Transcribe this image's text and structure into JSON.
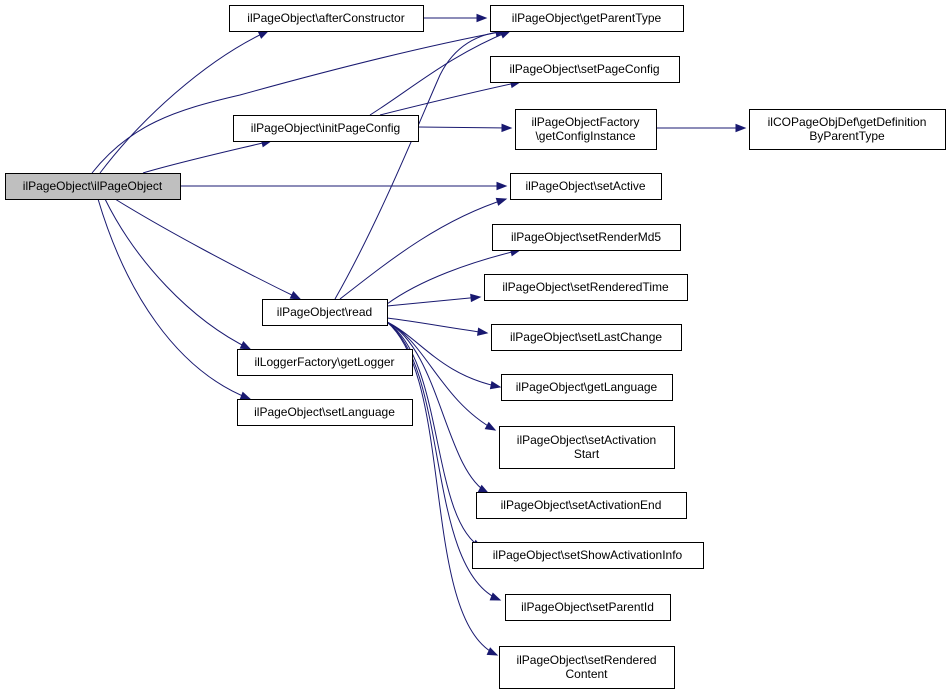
{
  "diagram": {
    "colors": {
      "edge": "#191970",
      "root_fill": "#bfbfbf",
      "node_fill": "#ffffff",
      "border": "#000000"
    },
    "nodes": [
      {
        "id": "root",
        "lines": [
          "ilPageObject\\ilPageObject"
        ]
      },
      {
        "id": "afterConstructor",
        "lines": [
          "ilPageObject\\afterConstructor"
        ]
      },
      {
        "id": "initPageConfig",
        "lines": [
          "ilPageObject\\initPageConfig"
        ]
      },
      {
        "id": "read",
        "lines": [
          "ilPageObject\\read"
        ]
      },
      {
        "id": "getLogger",
        "lines": [
          "ilLoggerFactory\\getLogger"
        ]
      },
      {
        "id": "setLanguage",
        "lines": [
          "ilPageObject\\setLanguage"
        ]
      },
      {
        "id": "getParentType",
        "lines": [
          "ilPageObject\\getParentType"
        ]
      },
      {
        "id": "setPageConfig",
        "lines": [
          "ilPageObject\\setPageConfig"
        ]
      },
      {
        "id": "getConfigInstance",
        "lines": [
          "ilPageObjectFactory",
          "\\getConfigInstance"
        ]
      },
      {
        "id": "getDefinitionByParentType",
        "lines": [
          "ilCOPageObjDef\\getDefinition",
          "ByParentType"
        ]
      },
      {
        "id": "setActive",
        "lines": [
          "ilPageObject\\setActive"
        ]
      },
      {
        "id": "setRenderMd5",
        "lines": [
          "ilPageObject\\setRenderMd5"
        ]
      },
      {
        "id": "setRenderedTime",
        "lines": [
          "ilPageObject\\setRenderedTime"
        ]
      },
      {
        "id": "setLastChange",
        "lines": [
          "ilPageObject\\setLastChange"
        ]
      },
      {
        "id": "getLanguage",
        "lines": [
          "ilPageObject\\getLanguage"
        ]
      },
      {
        "id": "setActivationStart",
        "lines": [
          "ilPageObject\\setActivation",
          "Start"
        ]
      },
      {
        "id": "setActivationEnd",
        "lines": [
          "ilPageObject\\setActivationEnd"
        ]
      },
      {
        "id": "setShowActivationInfo",
        "lines": [
          "ilPageObject\\setShowActivationInfo"
        ]
      },
      {
        "id": "setParentId",
        "lines": [
          "ilPageObject\\setParentId"
        ]
      },
      {
        "id": "setRenderedContent",
        "lines": [
          "ilPageObject\\setRendered",
          "Content"
        ]
      }
    ],
    "edges": [
      [
        "root",
        "afterConstructor"
      ],
      [
        "root",
        "getParentType"
      ],
      [
        "root",
        "initPageConfig"
      ],
      [
        "root",
        "setActive"
      ],
      [
        "root",
        "read"
      ],
      [
        "root",
        "getLogger"
      ],
      [
        "root",
        "setLanguage"
      ],
      [
        "afterConstructor",
        "getParentType"
      ],
      [
        "initPageConfig",
        "getParentType"
      ],
      [
        "initPageConfig",
        "setPageConfig"
      ],
      [
        "initPageConfig",
        "getConfigInstance"
      ],
      [
        "getConfigInstance",
        "getDefinitionByParentType"
      ],
      [
        "read",
        "getParentType"
      ],
      [
        "read",
        "setActive"
      ],
      [
        "read",
        "setRenderMd5"
      ],
      [
        "read",
        "setRenderedTime"
      ],
      [
        "read",
        "setLastChange"
      ],
      [
        "read",
        "getLanguage"
      ],
      [
        "read",
        "setActivationStart"
      ],
      [
        "read",
        "setActivationEnd"
      ],
      [
        "read",
        "setShowActivationInfo"
      ],
      [
        "read",
        "setParentId"
      ],
      [
        "read",
        "setRenderedContent"
      ]
    ]
  }
}
